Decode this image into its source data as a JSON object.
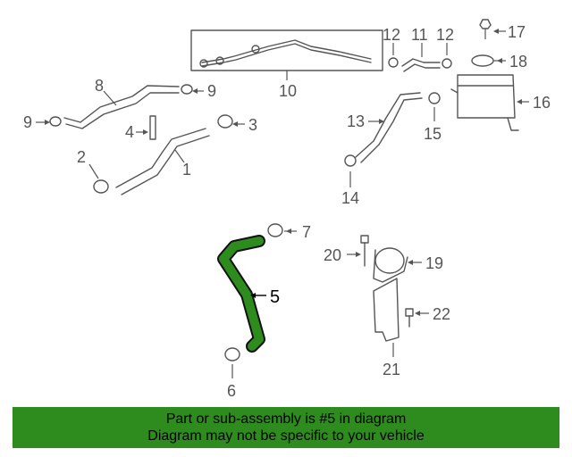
{
  "callouts": {
    "c1": "1",
    "c2": "2",
    "c3": "3",
    "c4": "4",
    "c5": "5",
    "c6": "6",
    "c7": "7",
    "c8": "8",
    "c9a": "9",
    "c9b": "9",
    "c10": "10",
    "c11": "11",
    "c12a": "12",
    "c12b": "12",
    "c13": "13",
    "c14": "14",
    "c15": "15",
    "c16": "16",
    "c17": "17",
    "c18": "18",
    "c19": "19",
    "c20": "20",
    "c21": "21",
    "c22": "22"
  },
  "highlighted_part": "5",
  "colors": {
    "highlight": "#2e8b1e",
    "banner": "#2e8b1e",
    "line": "#555555"
  },
  "banner": {
    "line1": "Part or sub-assembly is #5 in diagram",
    "line2": "Diagram may not be specific to your vehicle"
  }
}
